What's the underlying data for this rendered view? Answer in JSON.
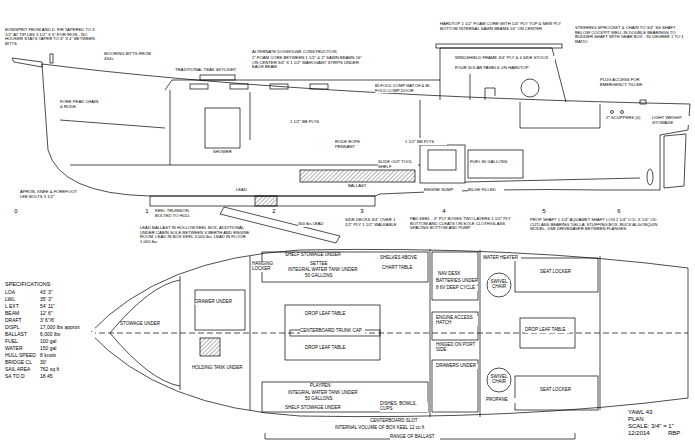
{
  "diagram": {
    "labels": [
      "ALTERNATE DOGHOUSE CONSTRUCTION",
      "2\" FOAM CORE BETWEEN 1 1/2\" & 2\" SAWN BEAMS 16\" ON CENTER 3/4\" X 1 1/2\" MAHOGANY STRIPS UNDER EACH BEAM",
      "BOWSPRIT FROM AND D. FIR TAPERED TO 3 1/2\" AT TIP LBS 3 1/2\" X 5\" FOR IRON - NO HOOKER STAYS TAPER TO 6\" X 4\" BETWEEN BITTS",
      "MOORING BITTS FROM 4X4s",
      "TRADITIONAL TEAK SKYLIGHT",
      "HARDTOP 1 1/2\" FOAM CORE WITH 1/4\" PLY TOP & NEW PLY BOTTOM INTERNAL SAWN BEAMS 16\" ON CENTER",
      "WINDSHIELD FRAME 3/4\" PLY & 4 SIDE STOCK",
      "FOUR SOLAR PANELS ON HARDTOP",
      "STEERING SPROCKET & CHAIN TO 3/4\" SS SHAFT BELOW COCKPIT WELL IN DOUBLE BEARINGS TO RUDDER SHAFT WITH GEAR BOX - 90 DEGREE 1 TO 1 RATIO",
      "BI-FOLD COMP HATCH & BI-FOLD COMP DOOR",
      "PLUG ACCESS FOR EMERGENCY TILLER",
      "1 1/2\" BB PLYS",
      "1 1/2\" BB PLYS",
      "FORE PEAK CHAIN & RODE",
      "SHOWER",
      "RODE ROPE PENNANT",
      "SLIDE OUT TOOL SHELF",
      "FUEL 80 GALLONS",
      "2\" SCUPPERS (4)",
      "LIGHT WEIGHT STOWAGE",
      "APRON, KNEE & FOREFOOT LEE BOLTS 3 1/2\"",
      "KEEL TRUNNION BOLTED TO HULL",
      "LEAD",
      "BALLAST",
      "ENGINE SUMP",
      "BILGE FILLED",
      "300 lbs LEAD",
      "LEAD BALLAST IN HOLLOW KEEL BOX. ADDITIONAL UNDER CABIN SOLE BETWEEN V-BERTH AND ENGINE ROOM. LEAD IN BOX KEEL 3,000 lbs. LEAD IN FLOOR 1,000 lbs",
      "SIDE DECKS 3/4\" OVER 1 1/2\" PLY 1 1/2\" WALKABLE",
      "PAD KEEL - 3\" PLY BOXES TWO LAYERS 1 1/2\" PLY BOTTOM AND CLEATS ON SOLE CLOTH/GLASS SPACING BOTTOM AND PUMP",
      "PROP SHAFT 1 1/4\" AQUAMET SHAFT LOG 2 1/4\" O.D. X 1/4\" OD CUTLASS BEARING 'DELLA' STUFFING BOX, BUCK ALGONQUIN MODEL, USE DRIVESAVER BETWEEN FLANGES",
      "0",
      "1",
      "2",
      "3",
      "4",
      "5",
      "6",
      "SPECIFICATIONS",
      "LOA",
      "43' 3\"",
      "LWL",
      "35' 3\"",
      "L EXT",
      "54' 11\"",
      "BEAM",
      "12' 6\"",
      "DRAFT",
      "3' 6\"/6'",
      "DISPL",
      "17,000 lbs approx",
      "BALLAST",
      "6,000 lbs",
      "FUEL",
      "100 gal",
      "WATER",
      "150 gal",
      "HULL SPEED",
      "8 knots",
      "BRIDGE CL",
      "30'",
      "SAIL AREA",
      "762 sq ft",
      "SA TO D",
      "18.45",
      "SHELF STOWAGE UNDER",
      "HANGING LOCKER",
      "SETTEE",
      "INTEGRAL WATER TANK UNDER",
      "50 GALLONS",
      "SHELVES ABOVE",
      "CHART TABLE",
      "WATER HEATER",
      "NAV DESK",
      "BATTERIES UNDER",
      "8 6V DEEP CYCLE",
      "SWIVEL CHAIR",
      "SEAT LOCKER",
      "STOWAGE UNDER",
      "DRAWER UNDER",
      "HOLDING TANK UNDER",
      "DROP LEAF TABLE",
      "CENTERBOARD TRUNK CAP",
      "DROP LEAF TABLE",
      "ENGINE ACCESS HATCH",
      "HINGED ON PORT SIDE",
      "DROP LEAF TABLE",
      "PLAYPEN",
      "INTEGRAL WATER TANK UNDER",
      "50 GALLONS",
      "DRAWERS UNDER",
      "SHELF STOWAGE UNDER",
      "DISHES, BOWLS, CUPS",
      "SWIVEL CHAIR",
      "SEAT LOCKER",
      "PROPANE",
      "CENTERBOARD SLOT",
      "INTERNAL VOLUME OF BOX KEEL 12 cu ft",
      "RANGE OF BALLAST",
      "YAWL 43",
      "PLAN",
      "SCALE: 3/4\" = 1\"",
      "12/2014",
      "RBP"
    ]
  }
}
